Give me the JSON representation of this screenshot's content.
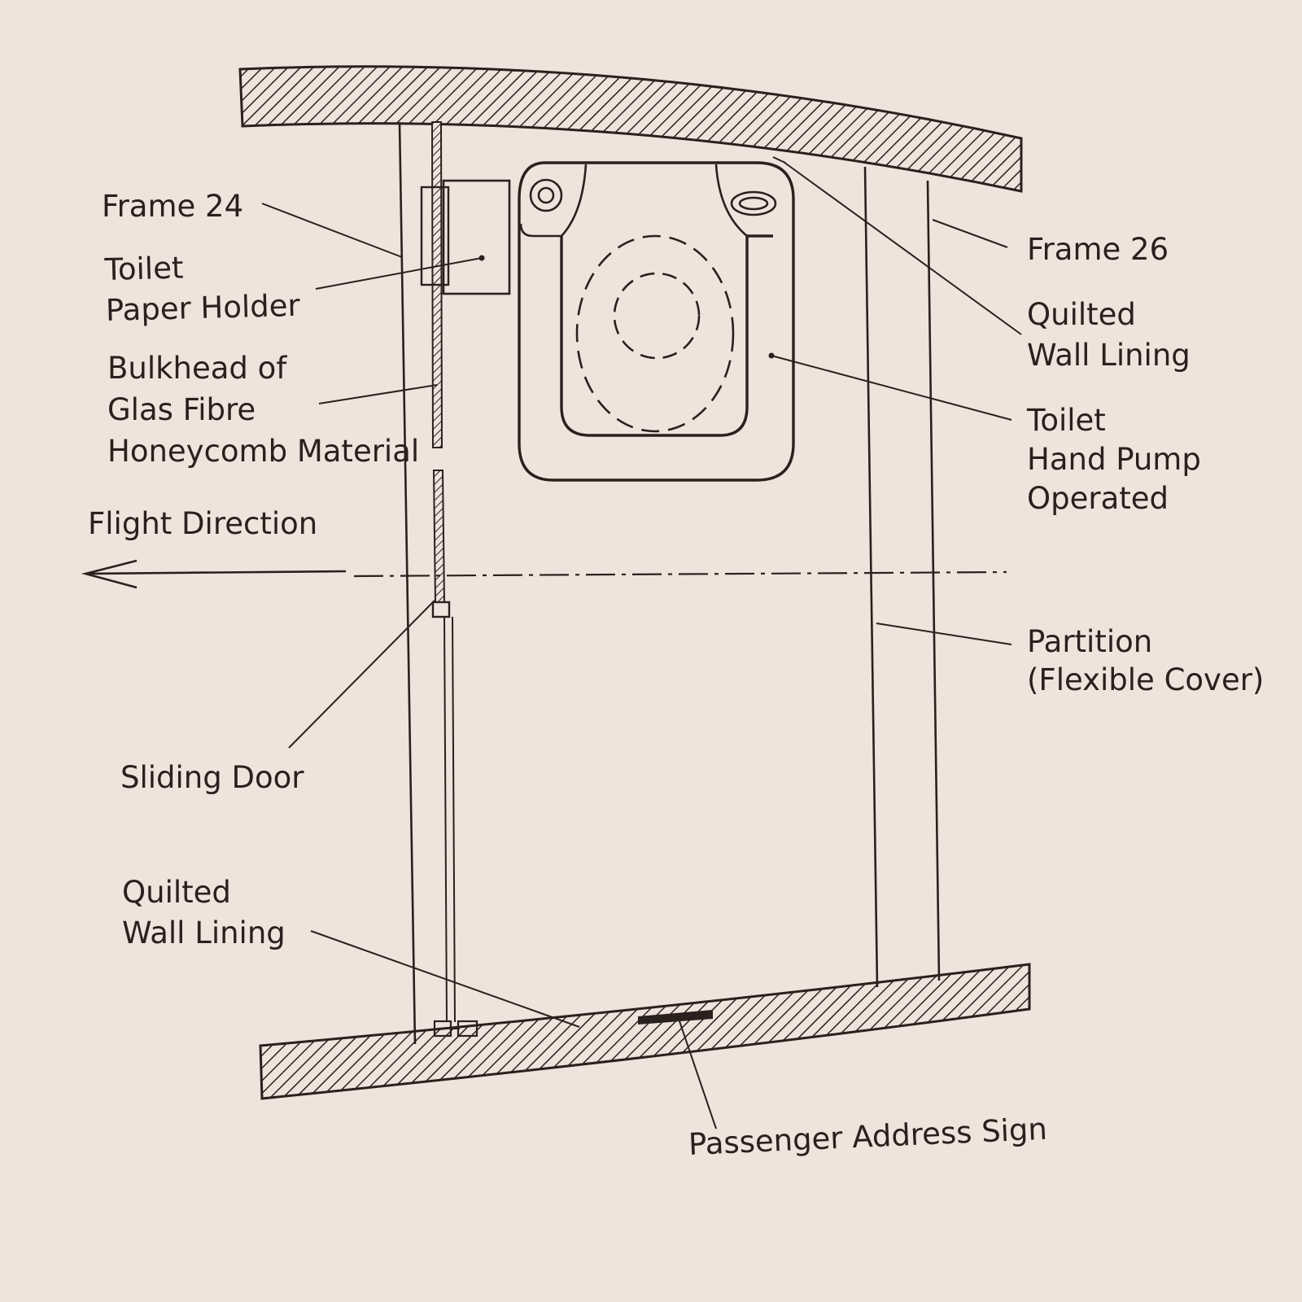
{
  "colors": {
    "paper": "#efe3dc",
    "ink": "#2a211e"
  },
  "labels": {
    "frame_24": "Frame 24",
    "toilet_paper_holder": [
      "Toilet",
      "Paper Holder"
    ],
    "bulkhead": [
      "Bulkhead of",
      "Glas Fibre",
      "Honeycomb Material"
    ],
    "flight_direction": "Flight Direction",
    "sliding_door": "Sliding Door",
    "quilted_wall_lining_lower": [
      "Quilted",
      "Wall Lining"
    ],
    "frame_26": "Frame 26",
    "quilted_wall_lining_upper": [
      "Quilted",
      "Wall Lining"
    ],
    "toilet_hand_pump": [
      "Toilet",
      "Hand Pump",
      "Operated"
    ],
    "partition": [
      "Partition",
      "(Flexible Cover)"
    ],
    "passenger_address_sign": "Passenger Address Sign"
  }
}
